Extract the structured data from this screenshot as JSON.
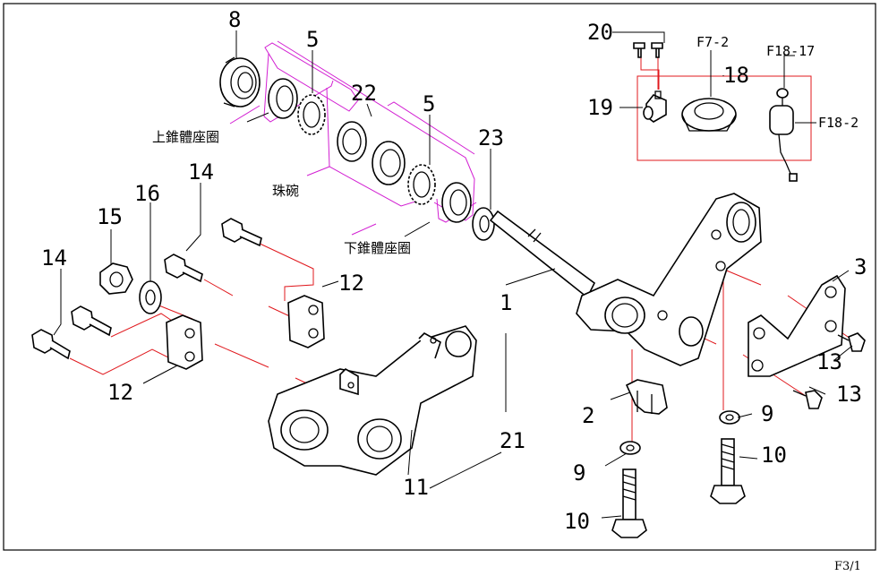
{
  "labels": {
    "n1": "1",
    "n2": "2",
    "n3": "3",
    "n5a": "5",
    "n5b": "5",
    "n8": "8",
    "n9a": "9",
    "n9b": "9",
    "n10a": "10",
    "n10b": "10",
    "n11": "11",
    "n12a": "12",
    "n12b": "12",
    "n13a": "13",
    "n13b": "13",
    "n14a": "14",
    "n14b": "14",
    "n15": "15",
    "n16": "16",
    "n18": "18",
    "n19": "19",
    "n20": "20",
    "n21": "21",
    "n22": "22",
    "n23": "23",
    "f7_2": "F7-2",
    "f18_17": "F18-17",
    "f18_2": "F18-2"
  },
  "callouts": {
    "upper_cone_race": "上錐體座圈",
    "ball_race": "珠碗",
    "lower_cone_race": "下錐體座圈"
  },
  "page_ref": "F3/1",
  "colors": {
    "leader": "#000000",
    "assembly_line": "#e0191e",
    "group_outline": "#d21fd2"
  }
}
